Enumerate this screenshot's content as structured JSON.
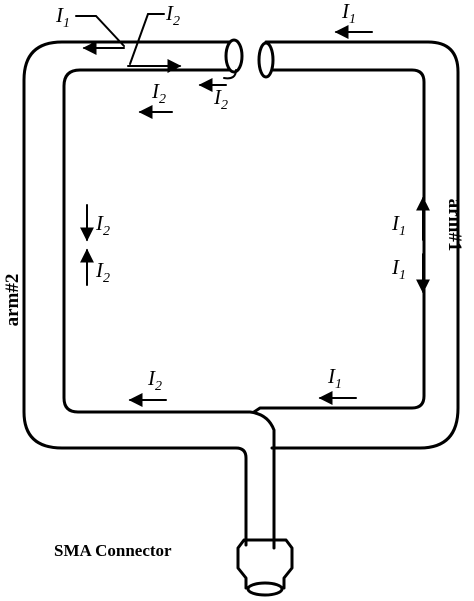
{
  "labels": {
    "current_1": "I",
    "current_2": "I",
    "sub_1": "1",
    "sub_2": "2",
    "arm1": "arm#1",
    "arm2": "arm#2",
    "connector": "SMA Connector"
  },
  "colors": {
    "line": "#000000",
    "background": "#ffffff"
  }
}
